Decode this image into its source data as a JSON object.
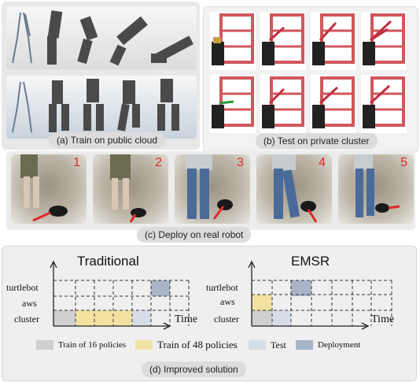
{
  "panel_a": {
    "caption": "(a) Train on public cloud"
  },
  "panel_b": {
    "caption": "(b) Test on private cluster"
  },
  "panel_c": {
    "caption": "(c) Deploy on real robot",
    "steps": [
      "1",
      "2",
      "3",
      "4",
      "5"
    ]
  },
  "panel_d": {
    "caption": "(d) Improved solution",
    "traditional": {
      "title": "Traditional"
    },
    "emsr": {
      "title": "EMSR"
    },
    "rows": [
      "turtlebot",
      "aws",
      "cluster"
    ],
    "time_label": "Time",
    "legend": [
      "Train of 16 policies",
      "Train of 48 policies",
      "Test",
      "Deployment"
    ],
    "colors": {
      "train16": "#d0cece",
      "train48": "#f2e2a2",
      "test": "#d6dde8",
      "deploy": "#a8b4c8"
    }
  }
}
